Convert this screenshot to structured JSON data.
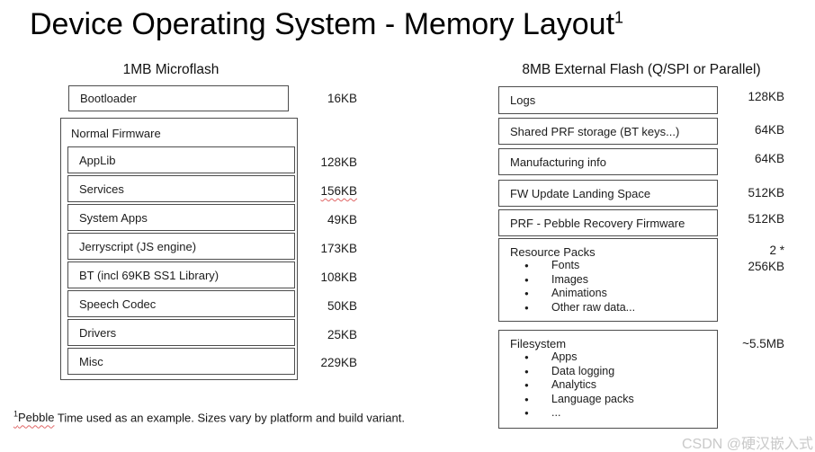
{
  "title": {
    "text": "Device Operating System - Memory Layout",
    "superscript": "1"
  },
  "left_column": {
    "header": "1MB Microflash",
    "bootloader": {
      "label": "Bootloader",
      "size": "16KB"
    },
    "container_label": "Normal Firmware",
    "rows": [
      {
        "label": "AppLib",
        "size": "128KB"
      },
      {
        "label": "Services",
        "size": "156KB"
      },
      {
        "label": "System Apps",
        "size": "49KB"
      },
      {
        "label": "Jerryscript (JS engine)",
        "size": "173KB"
      },
      {
        "label": "BT (incl 69KB SS1 Library)",
        "size": "108KB"
      },
      {
        "label": "Speech Codec",
        "size": "50KB"
      },
      {
        "label": "Drivers",
        "size": "25KB"
      },
      {
        "label": "Misc",
        "size": "229KB"
      }
    ]
  },
  "right_column": {
    "header": "8MB External Flash (Q/SPI or Parallel)",
    "rows": [
      {
        "label": "Logs",
        "size": "128KB"
      },
      {
        "label": "Shared PRF storage (BT keys...)",
        "size": "64KB"
      },
      {
        "label": "Manufacturing info",
        "size": "64KB"
      },
      {
        "label": "FW Update Landing Space",
        "size": "512KB"
      },
      {
        "label": "PRF - Pebble Recovery Firmware",
        "size": "512KB"
      }
    ],
    "resource_packs": {
      "label": "Resource Packs",
      "size_line1": "2 *",
      "size_line2": "256KB",
      "bullets": [
        "Fonts",
        "Images",
        "Animations",
        "Other raw data..."
      ]
    },
    "filesystem": {
      "label": "Filesystem",
      "size": "~5.5MB",
      "bullets": [
        "Apps",
        "Data logging",
        "Analytics",
        "Language packs",
        "..."
      ]
    }
  },
  "footnote": {
    "superscript": "1",
    "flagged_word": "Pebble",
    "rest": " Time used as an example. Sizes vary by platform and build variant."
  },
  "watermark": "CSDN @硬汉嵌入式"
}
